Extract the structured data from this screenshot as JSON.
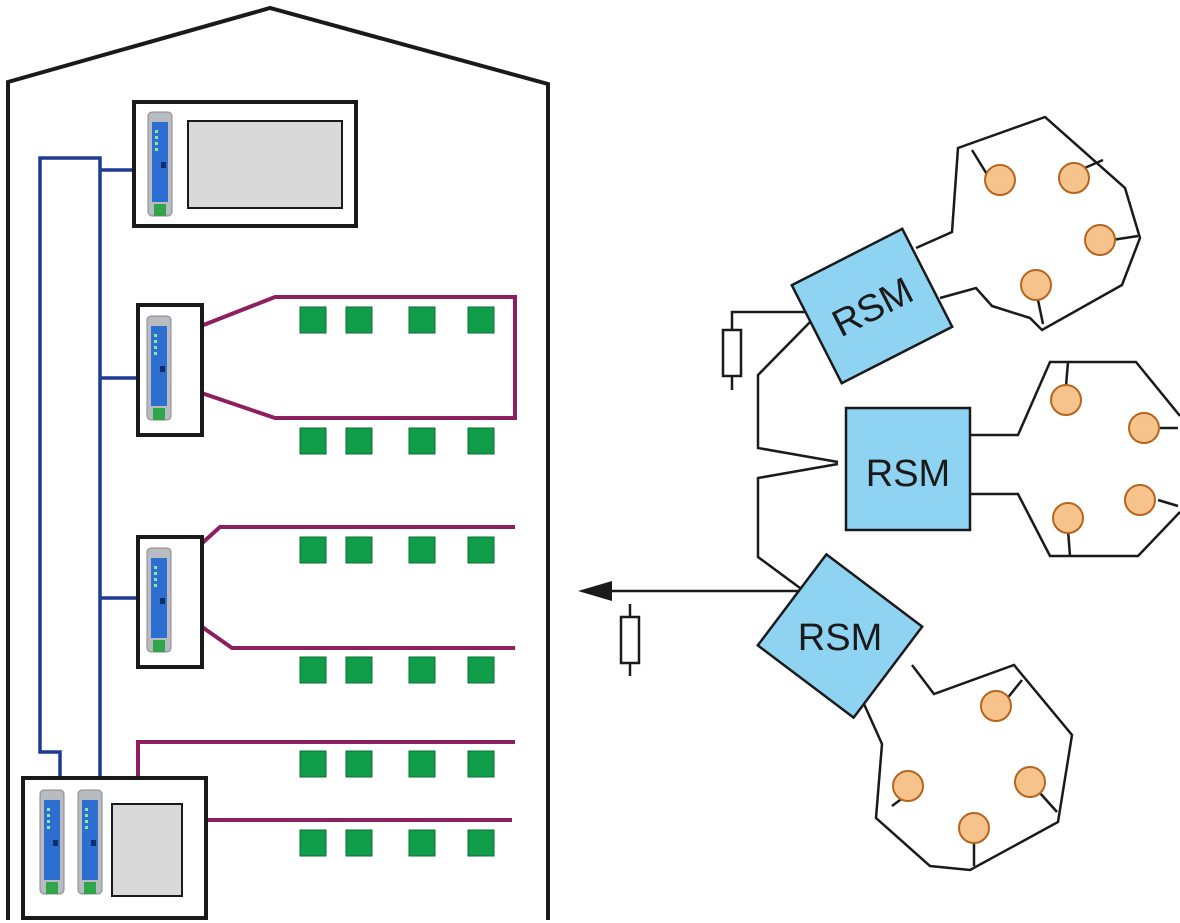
{
  "rsm_modules": [
    {
      "label": "RSM"
    },
    {
      "label": "RSM"
    },
    {
      "label": "RSM"
    }
  ],
  "colors": {
    "house_outline": "#1a1a1a",
    "bus_line": "#1f3a93",
    "loop_line": "#8e1f5e",
    "sensor": "#0f9d4a",
    "sensor_border": "#0b6e33",
    "rsm_fill": "#8fd3f2",
    "detector_fill": "#f6c38d",
    "detector_border": "#b5651d",
    "device_grey": "#d9d9d9",
    "din_module_blue": "#2d6fd1",
    "din_module_grey": "#b8bcc0",
    "din_terminal_green": "#2fa64a",
    "wire": "#1a1a1a"
  },
  "icons": {
    "din_module": "din-rail-module-icon",
    "resistor": "resistor-icon",
    "arrow": "arrow-left-icon",
    "detector": "detector-icon",
    "sensor": "sensor-square-icon"
  }
}
